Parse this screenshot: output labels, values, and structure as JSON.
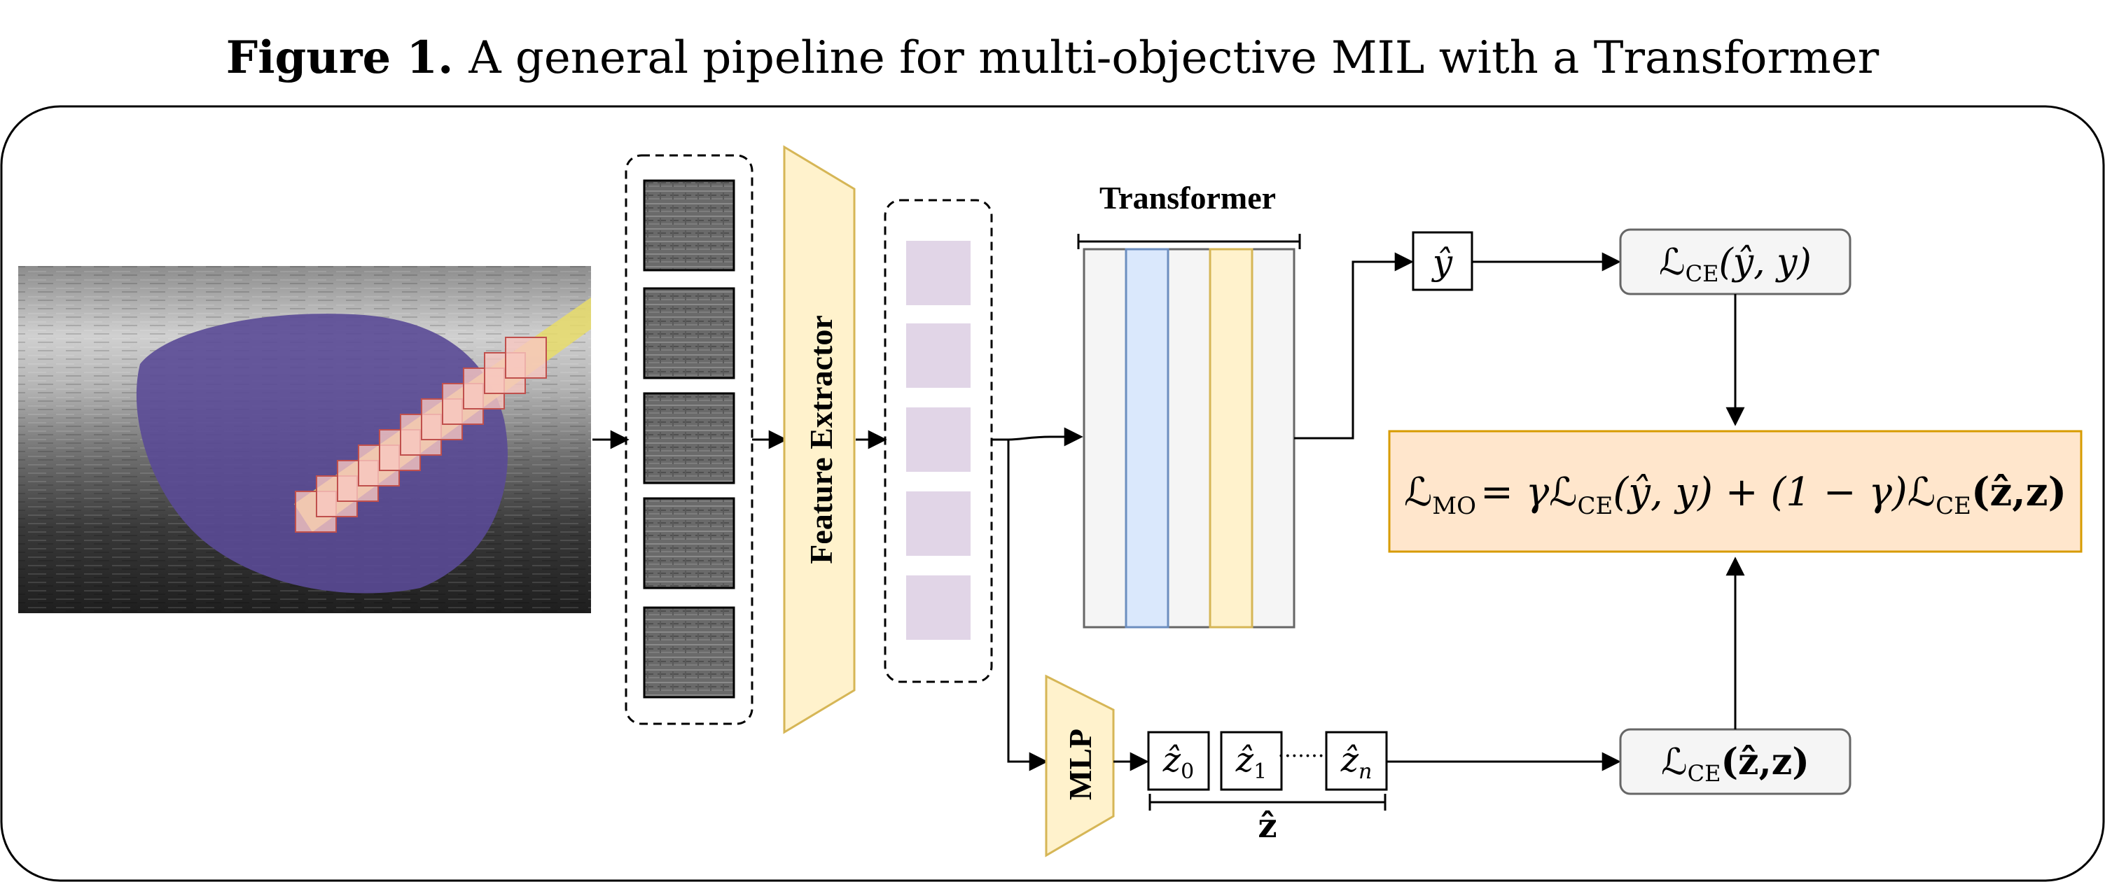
{
  "caption": {
    "bold": "Figure 1.",
    "text": "A general pipeline for multi-objective MIL with a Transformer"
  },
  "labels": {
    "feature_extractor": "Feature Extractor",
    "transformer": "Transformer",
    "mlp": "MLP"
  },
  "math": {
    "y_hat": "ŷ",
    "loss_ce_y": {
      "main": "ℒ",
      "sub": "CE",
      "args": "(ŷ, y)"
    },
    "loss_ce_z": {
      "main": "ℒ",
      "sub": "CE",
      "args": "(ẑ,z)"
    },
    "loss_mo": {
      "main": "ℒ",
      "sub": "MO",
      "eq": "= γ",
      "term1_main": "ℒ",
      "term1_sub": "CE",
      "term1_args": "(ŷ, y) + (1 − γ)",
      "term2_main": "ℒ",
      "term2_sub": "CE",
      "term2_args": "(ẑ,z)"
    },
    "z_tokens": [
      {
        "base": "ẑ",
        "sub": "0"
      },
      {
        "base": "ẑ",
        "sub": "1"
      },
      {
        "base": "ẑ",
        "sub": "n"
      }
    ],
    "z_dots": "·······",
    "z_brace": "ẑ"
  },
  "colors": {
    "purple_region": "#5a4a96",
    "yellow_needle": "#e8dc6a",
    "patch_fill": "#f7c7c0",
    "patch_stroke": "#c0504d",
    "feature_extractor_fill": "#fff2cc",
    "feature_extractor_stroke": "#d6b656",
    "feature_token": "#e1d5e7",
    "transformer_grey": "#f5f5f5",
    "transformer_blue": "#dae8fc",
    "transformer_blue_stroke": "#6c8ebf",
    "transformer_yellow": "#fff2cc",
    "loss_box_fill": "#f5f5f5",
    "loss_box_stroke": "#666666",
    "mo_box_fill": "#ffe6cc",
    "mo_box_stroke": "#d79b00"
  }
}
